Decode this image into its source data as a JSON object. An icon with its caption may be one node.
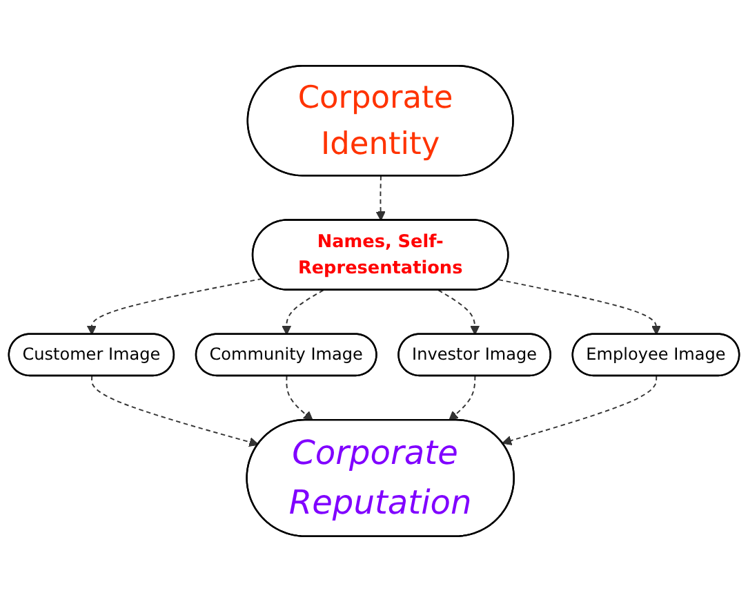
{
  "diagram": {
    "nodes": [
      {
        "text": [
          "Corporate Identity"
        ]
      },
      {
        "text": [
          "Names, Self-Representations"
        ]
      },
      {
        "text": [
          "Customer Image"
        ]
      },
      {
        "text": [
          "Community Image"
        ]
      },
      {
        "text": [
          "Investor Image"
        ]
      },
      {
        "text": [
          "Employee Image"
        ]
      },
      {
        "text": [
          "Corporate Reputation"
        ]
      }
    ],
    "edges": [
      {
        "from": 0,
        "to": 1,
        "arrow": "to",
        "style": "dashed"
      },
      {
        "from": 1,
        "to": 2,
        "arrow": "to",
        "style": "dashed"
      },
      {
        "from": 1,
        "to": 3,
        "arrow": "to",
        "style": "dashed"
      },
      {
        "from": 1,
        "to": 4,
        "arrow": "to",
        "style": "dashed"
      },
      {
        "from": 1,
        "to": 5,
        "arrow": "to",
        "style": "dashed"
      },
      {
        "from": 2,
        "to": 6,
        "arrow": "to",
        "style": "dashed"
      },
      {
        "from": 3,
        "to": 6,
        "arrow": "to",
        "style": "dashed"
      },
      {
        "from": 4,
        "to": 6,
        "arrow": "to",
        "style": "dashed"
      },
      {
        "from": 5,
        "to": 6,
        "arrow": "to",
        "style": "dashed"
      }
    ]
  }
}
